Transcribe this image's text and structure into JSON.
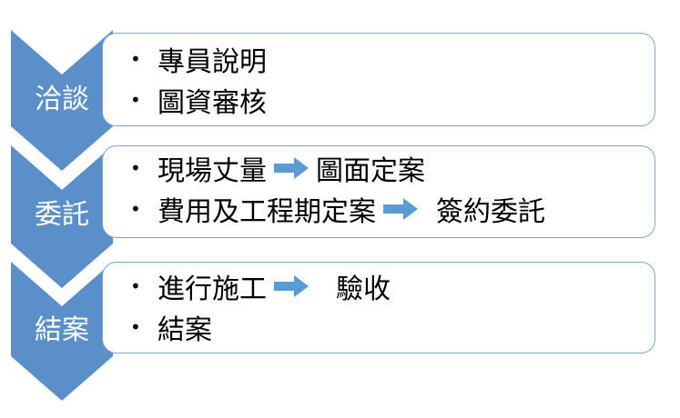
{
  "colors": {
    "chevron_fill": "#5b8fca",
    "box_border": "#7ea6d2",
    "arrow_fill": "#5b9bd5",
    "text": "#000000",
    "chevron_text": "#ffffff"
  },
  "stages": [
    {
      "label": "洽談",
      "items": [
        {
          "text": "專員說明"
        },
        {
          "text": "圖資審核"
        }
      ]
    },
    {
      "label": "委託",
      "items": [
        {
          "text": "現場丈量",
          "arrow": true,
          "next": "圖面定案"
        },
        {
          "text": "費用及工程期定案",
          "arrow": true,
          "next": "簽約委託"
        }
      ]
    },
    {
      "label": "結案",
      "items": [
        {
          "text": "進行施工",
          "arrow": true,
          "next": "驗收"
        },
        {
          "text": "結案"
        }
      ]
    }
  ],
  "bullet_glyph": "•"
}
